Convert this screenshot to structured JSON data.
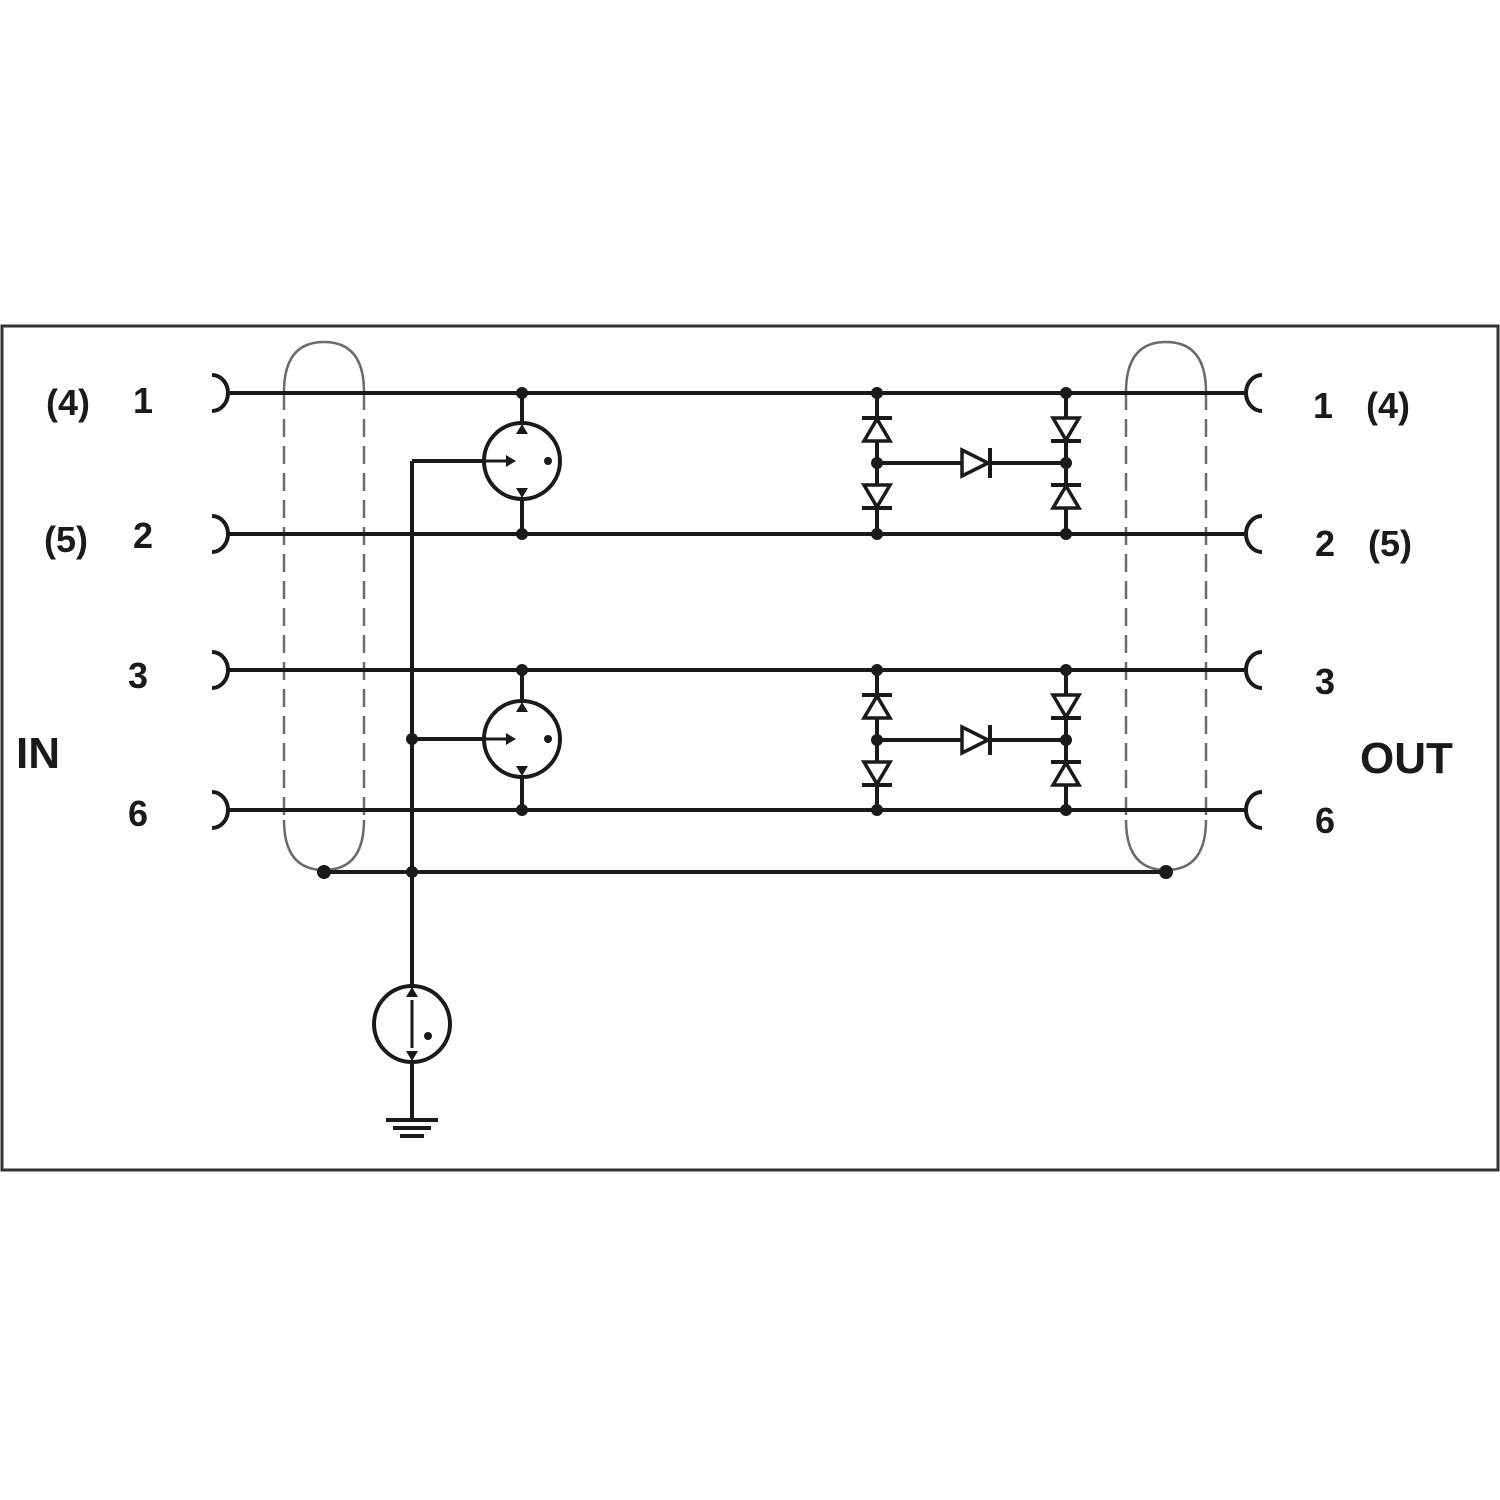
{
  "diagram": {
    "side_labels": {
      "in": "IN",
      "out": "OUT"
    },
    "inputs": [
      {
        "pin": "1",
        "alt": "(4)"
      },
      {
        "pin": "2",
        "alt": "(5)"
      },
      {
        "pin": "3",
        "alt": ""
      },
      {
        "pin": "6",
        "alt": ""
      }
    ],
    "outputs": [
      {
        "pin": "1",
        "alt": "(4)"
      },
      {
        "pin": "2",
        "alt": "(5)"
      },
      {
        "pin": "3",
        "alt": ""
      },
      {
        "pin": "6",
        "alt": ""
      }
    ],
    "colors": {
      "ink": "#1a1a1a",
      "shield": "#6b6b6b",
      "frame": "#333333",
      "background": "#ffffff"
    }
  }
}
